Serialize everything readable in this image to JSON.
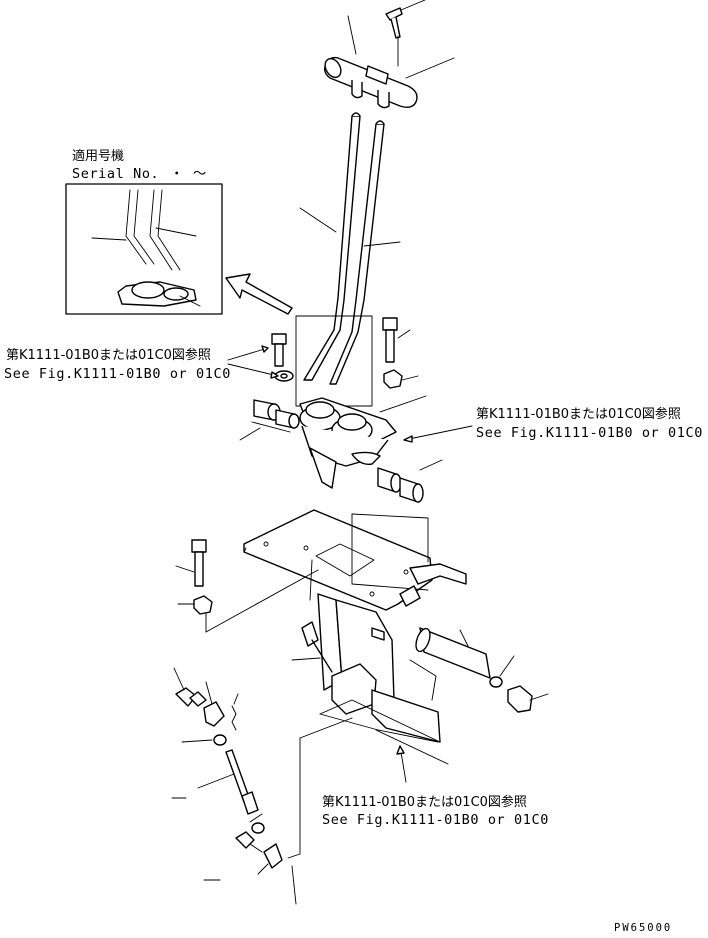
{
  "diagram": {
    "inset": {
      "title_jp": "適用号機",
      "title_en": "Serial No.",
      "range_marker": "・ ～"
    },
    "references": [
      {
        "jp": "第K1111-01B0または01C0図参照",
        "en": "See Fig.K1111-01B0 or 01C0"
      },
      {
        "jp": "第K1111-01B0または01C0図参照",
        "en": "See Fig.K1111-01B0 or 01C0"
      },
      {
        "jp": "第K1111-01B0または01C0図参照",
        "en": "See Fig.K1111-01B0 or 01C0"
      }
    ],
    "drawing_code": "PW65000"
  }
}
